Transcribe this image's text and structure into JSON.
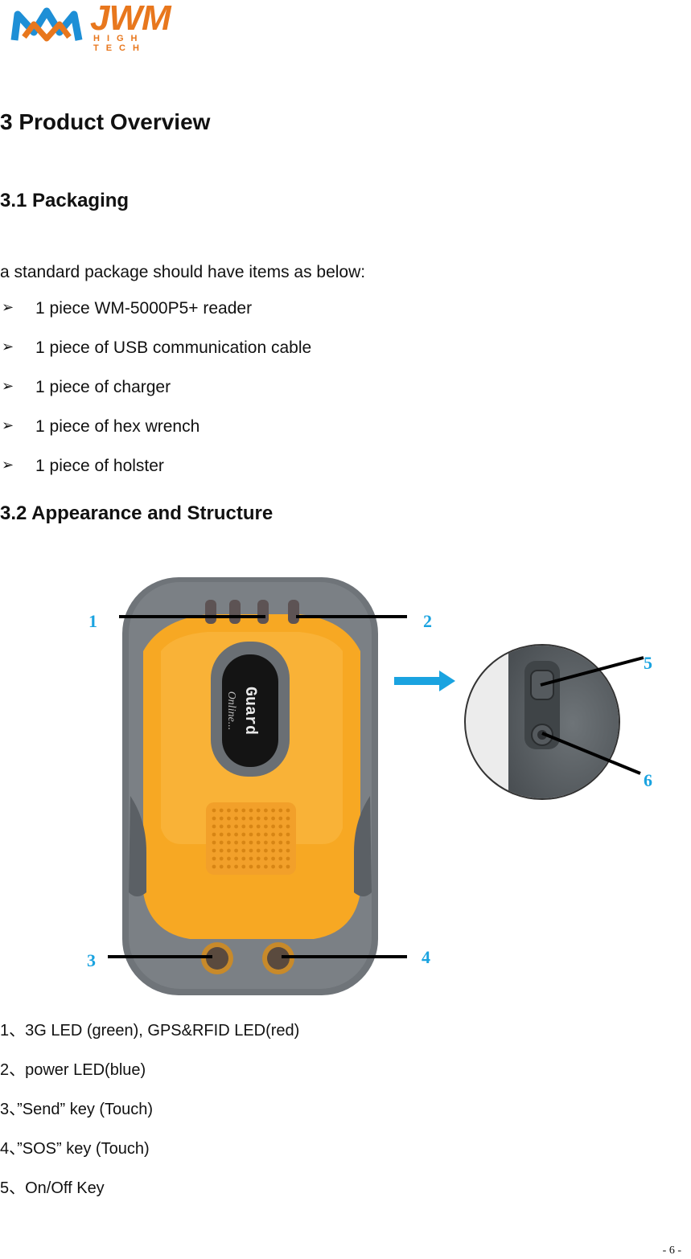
{
  "header": {
    "logo_word": "JWM",
    "logo_sub": "HIGH TECH"
  },
  "title": "3 Product Overview",
  "packaging": {
    "heading": "3.1 Packaging",
    "intro": "a standard package should have items as below:",
    "bullet_glyph": "➢",
    "items": [
      "1 piece WM-5000P5+ reader",
      "1 piece of USB communication cable",
      "1 piece of charger",
      "1 piece of hex wrench",
      "1 piece of holster"
    ]
  },
  "appearance": {
    "heading": "3.2 Appearance and Structure",
    "device_label_line1": "Guard",
    "device_label_line2": "Online...",
    "callouts": [
      "1",
      "2",
      "3",
      "4",
      "5",
      "6"
    ],
    "callout_color": "#1aa3e0",
    "descriptions": [
      "1、3G LED (green), GPS&RFID LED(red)",
      "2、power LED(blue)",
      "3、”Send” key (Touch)",
      "4、”SOS” key (Touch)",
      "5、On/Off Key"
    ]
  },
  "footer": {
    "page": "- 6 -"
  }
}
